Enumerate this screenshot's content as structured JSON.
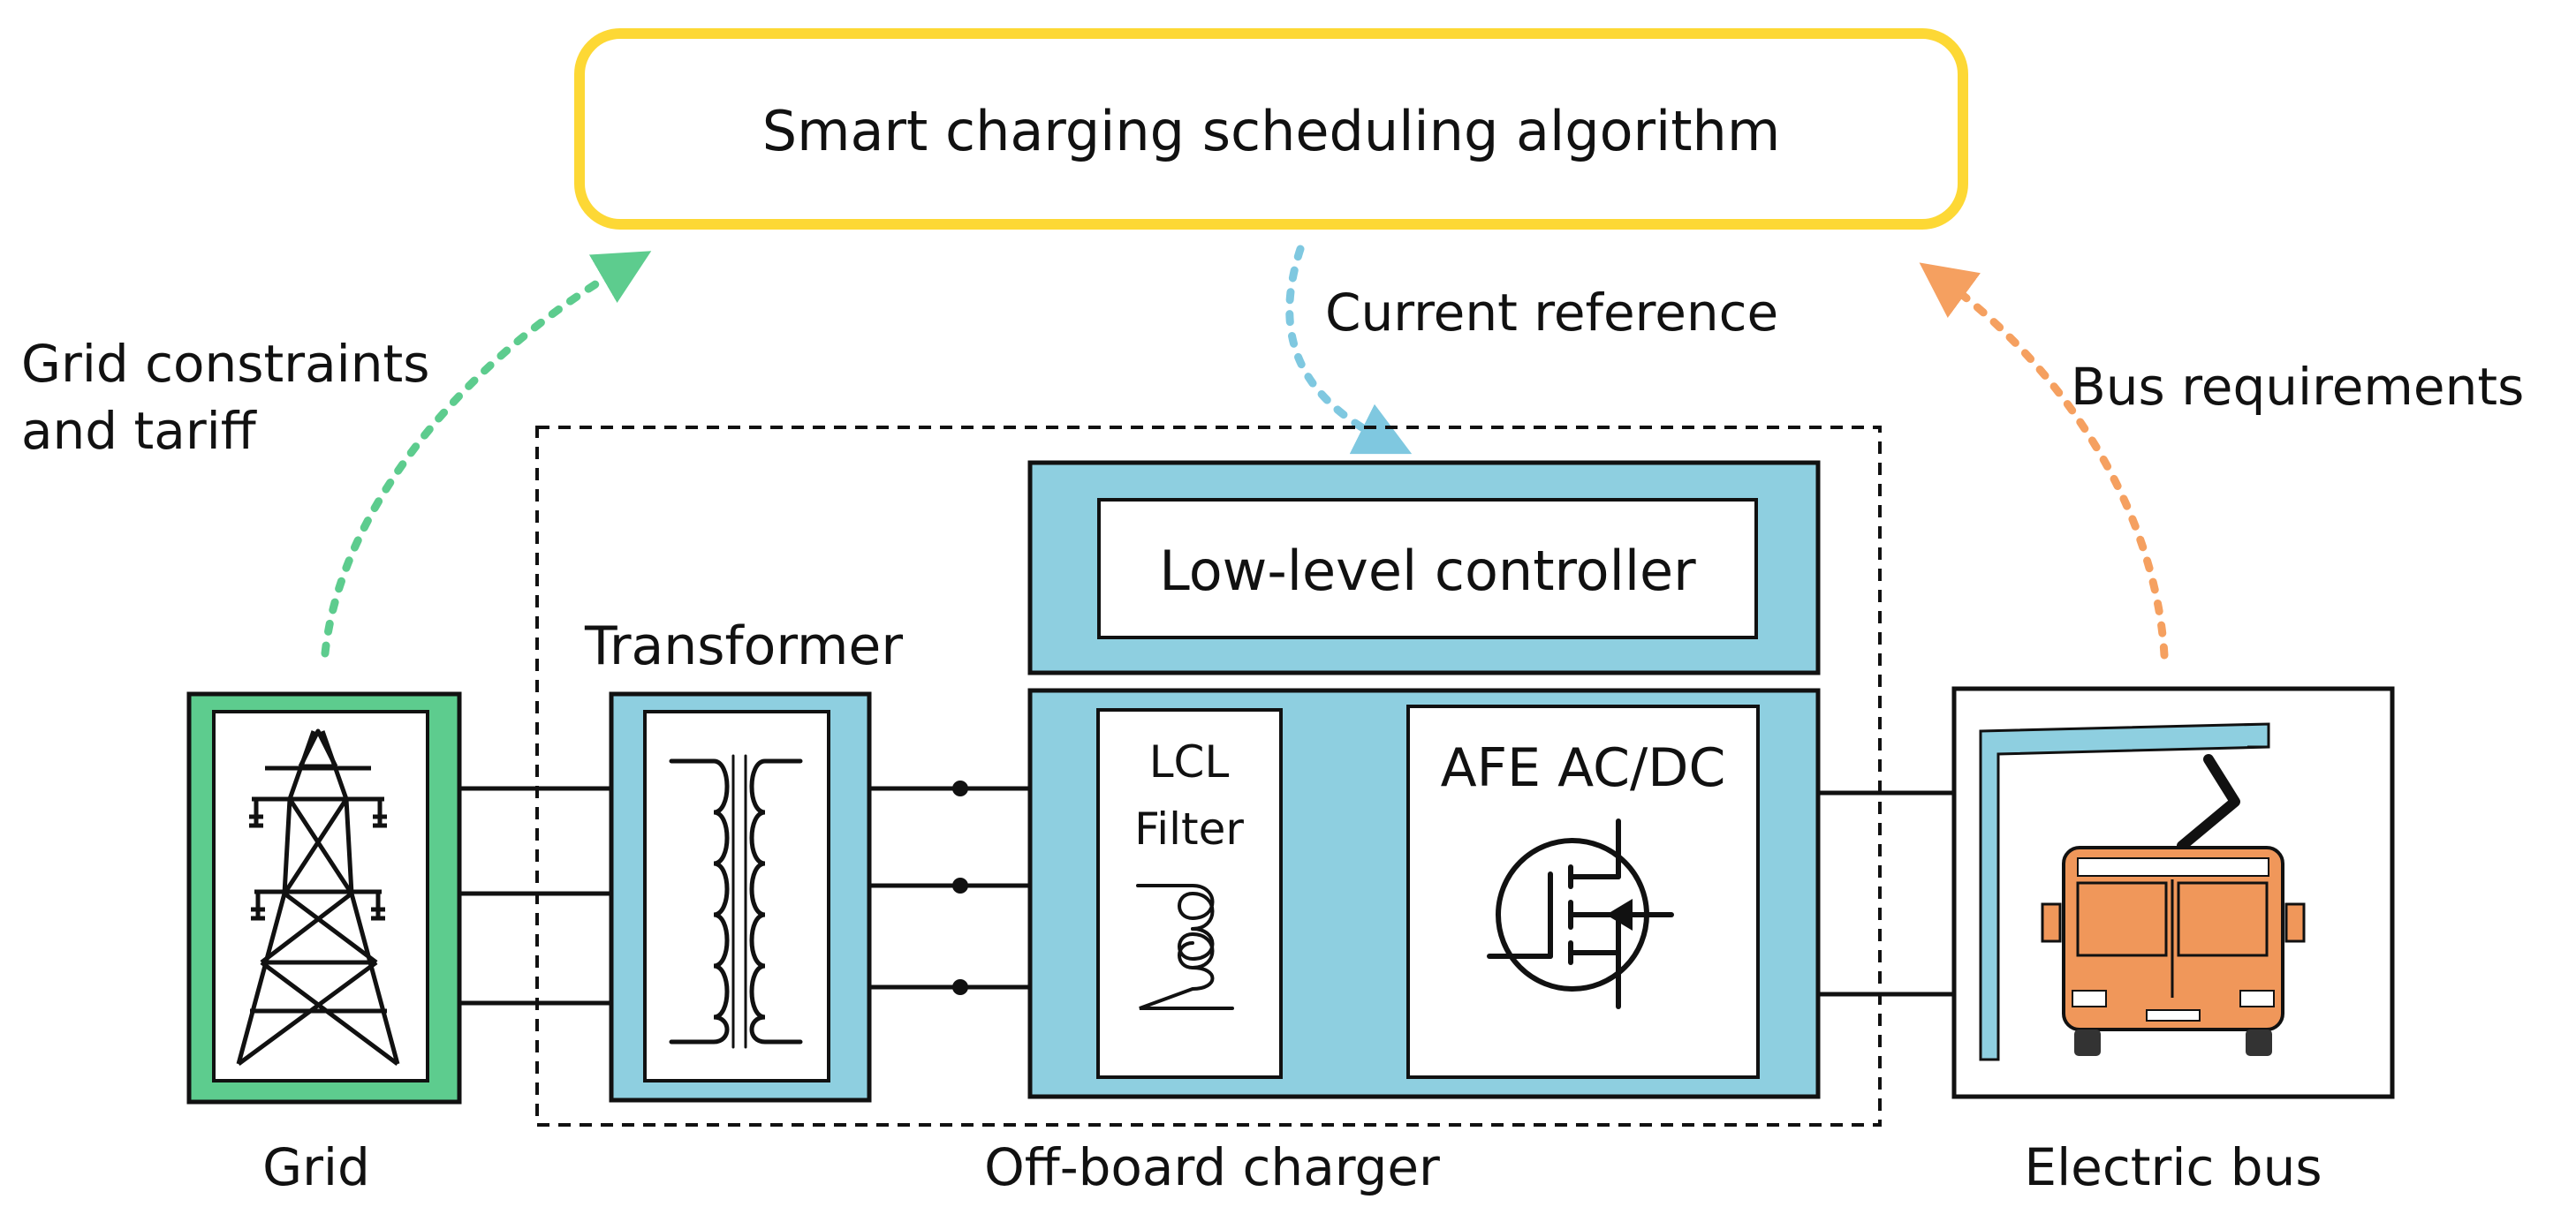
{
  "algorithm": {
    "label": "Smart charging scheduling algorithm"
  },
  "signals": {
    "grid_constraints_line1": "Grid constraints",
    "grid_constraints_line2": "and tariff",
    "current_reference": "Current reference",
    "bus_requirements": "Bus requirements"
  },
  "blocks": {
    "transformer": "Transformer",
    "low_level_controller": "Low-level controller",
    "lcl_line1": "LCL",
    "lcl_line2": "Filter",
    "afe": "AFE AC/DC"
  },
  "captions": {
    "grid": "Grid",
    "charger": "Off-board charger",
    "bus": "Electric bus"
  },
  "colors": {
    "algorithm_border": "#fdd835",
    "grid_green": "#5dcc8e",
    "charger_blue": "#8ecfe0",
    "reference_blue": "#7fc8e0",
    "bus_orange": "#f5a060",
    "bus_body": "#f0975a"
  },
  "icons": [
    "transmission-tower-icon",
    "transformer-coil-icon",
    "inductor-coil-icon",
    "mosfet-icon",
    "electric-bus-icon"
  ]
}
